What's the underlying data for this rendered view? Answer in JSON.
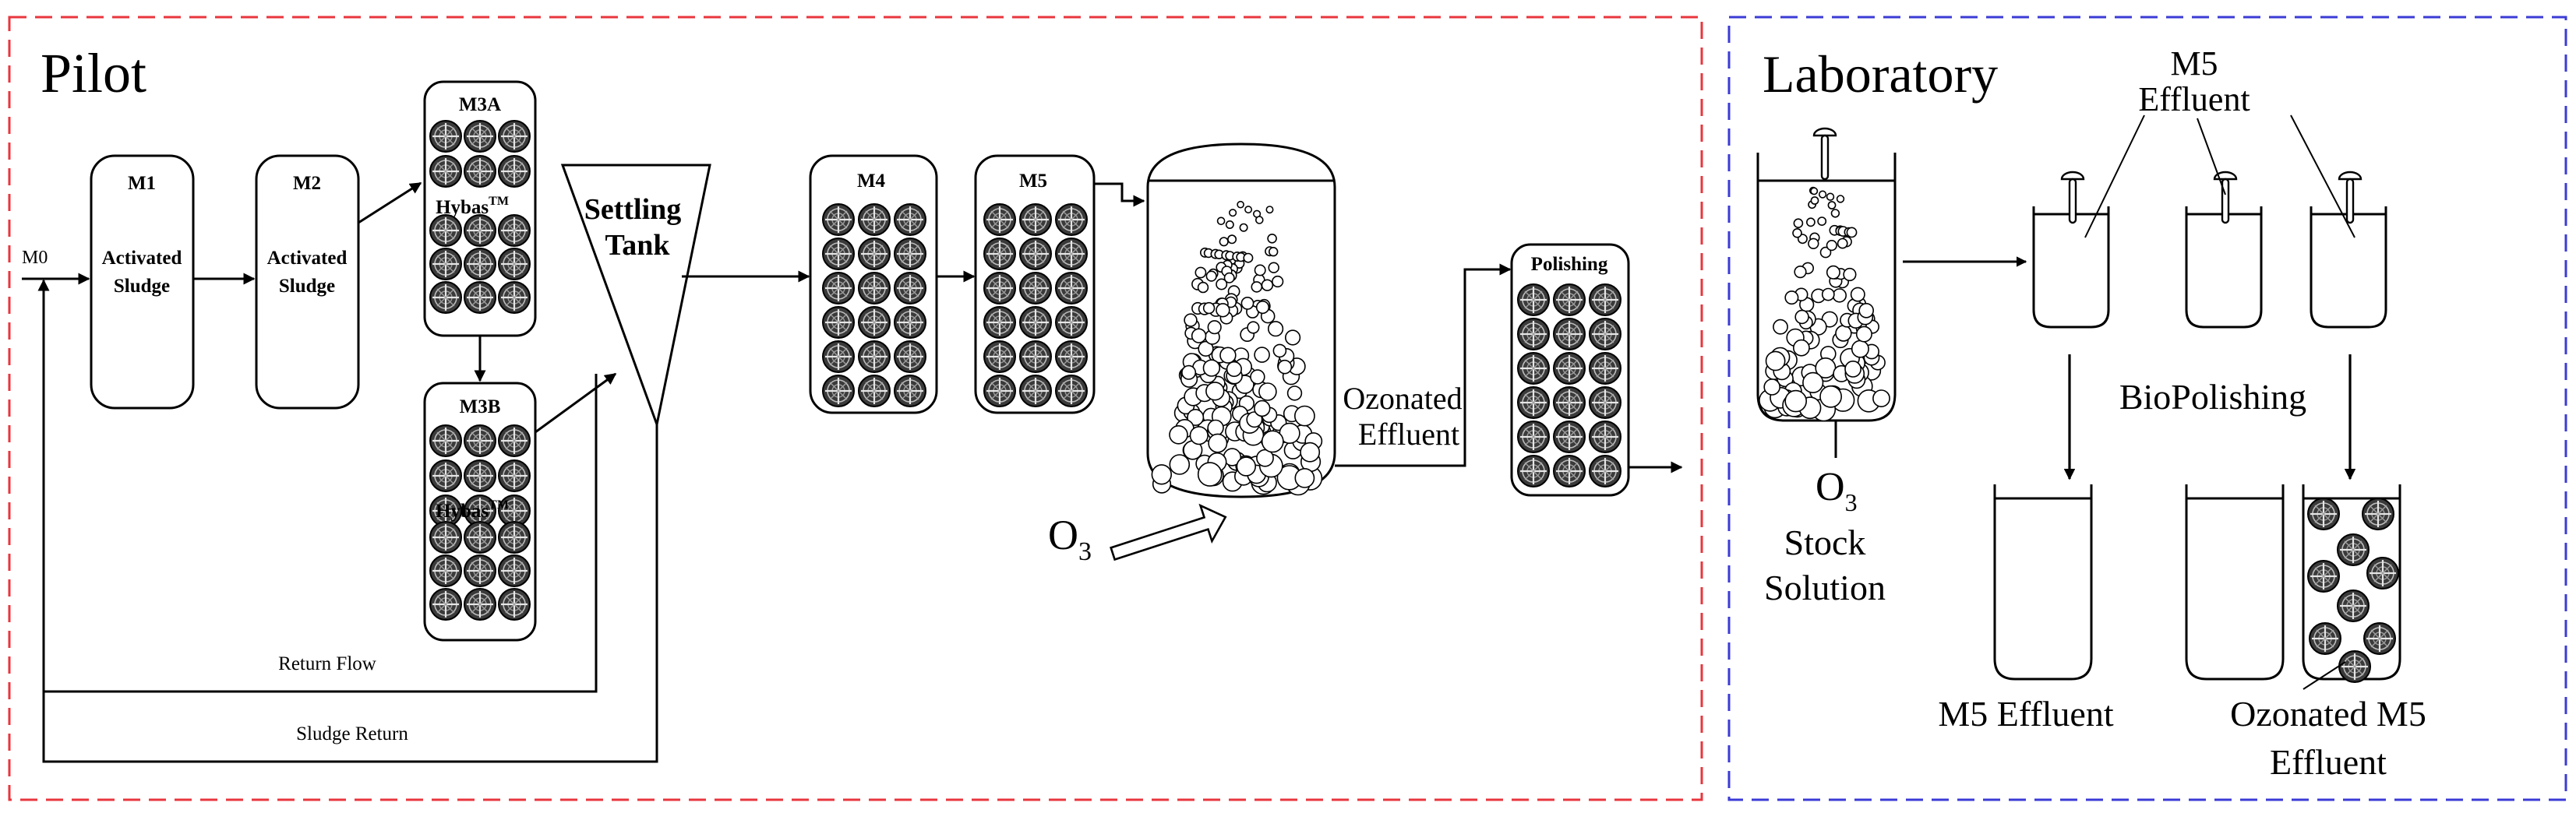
{
  "sections": {
    "pilot": {
      "title": "Pilot",
      "border_color": "#e8363d"
    },
    "lab": {
      "title": "Laboratory",
      "border_color": "#3b3bd6"
    }
  },
  "pilot": {
    "m0": "M0",
    "m1": {
      "name": "M1",
      "line1": "Activated",
      "line2": "Sludge"
    },
    "m2": {
      "name": "M2",
      "line1": "Activated",
      "line2": "Sludge"
    },
    "m3a": {
      "name": "M3A",
      "hybas": "Hybas",
      "tm": "TM"
    },
    "m3b": {
      "name": "M3B",
      "hybas": "Hybas",
      "tm": "TM"
    },
    "settling": {
      "line1": "Settling",
      "line2": "Tank"
    },
    "m4": "M4",
    "m5": "M5",
    "polishing": "Polishing",
    "ozonated": {
      "line1": "Ozonated",
      "line2": "Effluent"
    },
    "o3": {
      "main": "O",
      "sub": "3"
    },
    "return_flow": "Return Flow",
    "sludge_return": "Sludge Return"
  },
  "lab": {
    "m5_effluent_top": {
      "line1": "M5",
      "line2": "Effluent"
    },
    "o3": {
      "main": "O",
      "sub": "3"
    },
    "stock": {
      "line1": "Stock",
      "line2": "Solution"
    },
    "biopolishing": "BioPolishing",
    "m5_effluent_bottom": "M5 Effluent",
    "ozonated_m5": {
      "line1": "Ozonated M5",
      "line2": "Effluent"
    }
  },
  "icons": [
    "carrier-media-icon",
    "ozone-bubble-icon",
    "stirrer-icon",
    "arrow-icon"
  ]
}
